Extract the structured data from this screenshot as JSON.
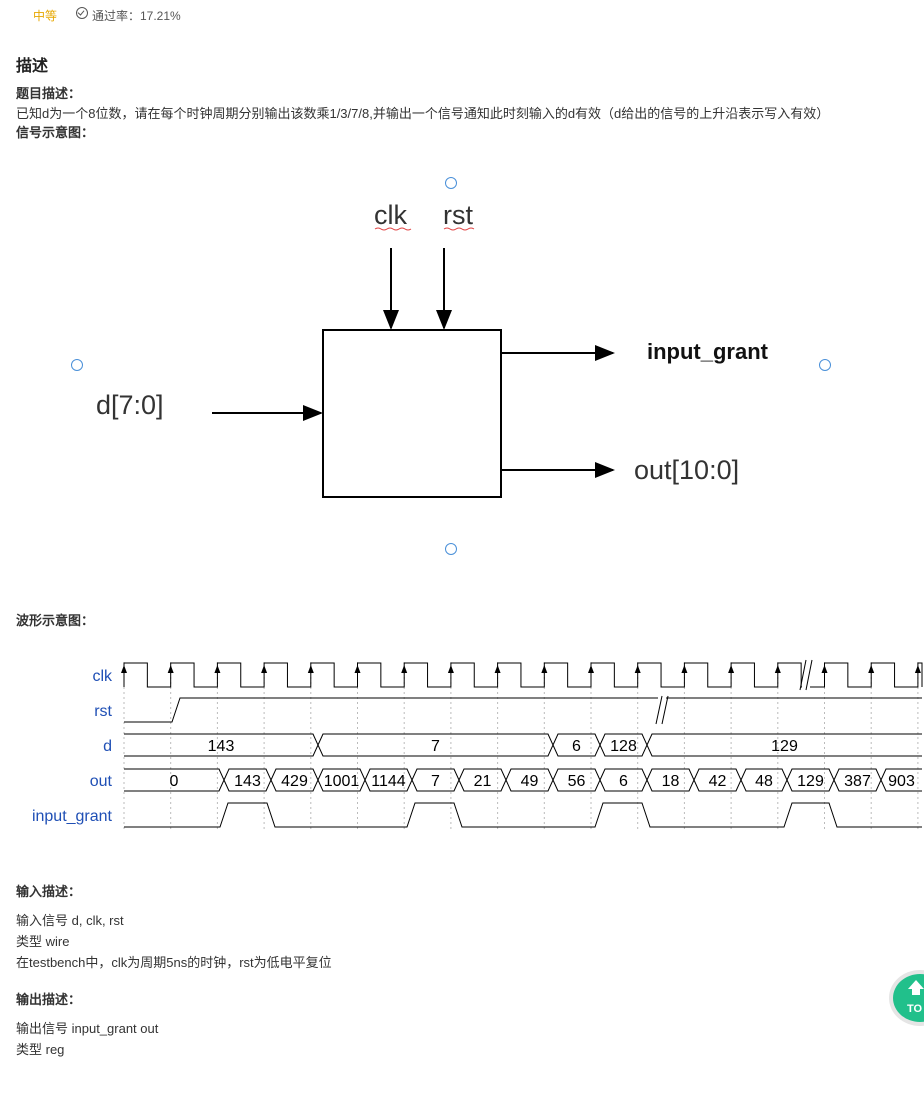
{
  "header": {
    "difficulty": "中等",
    "pass_rate": "通过率：17.21%"
  },
  "description": {
    "title": "描述",
    "problem_label": "题目描述：",
    "problem_text": "已知d为一个8位数，请在每个时钟周期分别输出该数乘1/3/7/8,并输出一个信号通知此时刻输入的d有效（d给出的信号的上升沿表示写入有效）",
    "signal_label": "信号示意图："
  },
  "block_diagram": {
    "clk": "clk",
    "rst": "rst",
    "d": "d[7:0]",
    "input_grant": "input_grant",
    "out": "out[10:0]"
  },
  "waveform": {
    "label": "波形示意图：",
    "signals": [
      "clk",
      "rst",
      "d",
      "out",
      "input_grant"
    ],
    "d_values": [
      "143",
      "7",
      "6",
      "128",
      "129"
    ],
    "out_values": [
      "0",
      "143",
      "429",
      "1001",
      "1144",
      "7",
      "21",
      "49",
      "56",
      "6",
      "18",
      "42",
      "48",
      "129",
      "387",
      "903"
    ]
  },
  "input_desc": {
    "label": "输入描述：",
    "line1": "输入信号   d, clk, rst",
    "line2": "类型 wire",
    "line3": "在testbench中，clk为周期5ns的时钟，rst为低电平复位"
  },
  "output_desc": {
    "label": "输出描述：",
    "line1": "输出信号 input_grant    out",
    "line2": "类型  reg"
  },
  "back_to_top": "TO",
  "colors": {
    "difficulty": "#e6a700",
    "signal_label": "#1f4fb5",
    "top_button": "#21c08b",
    "handle": "#4a90d9"
  }
}
